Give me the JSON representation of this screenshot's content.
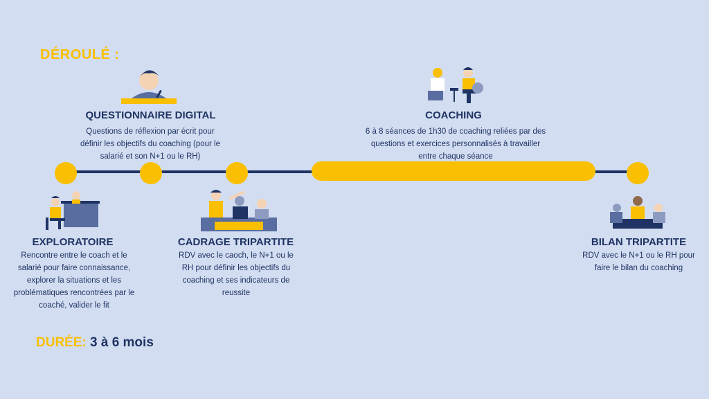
{
  "header": "DÉROULÉ :",
  "steps": {
    "questionnaire": {
      "title": "QUESTIONNAIRE DIGITAL",
      "desc": "Questions de réflexion par écrit pour définir les objectifs du coaching (pour le salarié et son N+1 ou le RH)"
    },
    "coaching": {
      "title": "COACHING",
      "desc": "6 à 8 séances de 1h30 de coaching reliées par des questions et exercices personnalisés à travailler entre chaque séance"
    },
    "exploratoire": {
      "title": "EXPLORATOIRE",
      "desc": "Rencontre entre le coach et le salarié pour faire connaissance, explorer la situations et les problématiques rencontrées par le coaché, valider le fit"
    },
    "cadrage": {
      "title": "CADRAGE TRIPARTITE",
      "desc": "RDV avec le caoch, le N+1 ou le RH pour définir les objectifs du coaching et ses indicateurs de reussite"
    },
    "bilan": {
      "title": "BILAN TRIPARTITE",
      "desc": "RDV avec le N+1 ou le RH pour faire le bilan du coaching"
    }
  },
  "duree": {
    "label": "DURÉE:",
    "value": "3 à 6 mois"
  },
  "colors": {
    "background": "#d3ddf1",
    "accent": "#f9bf00",
    "navy": "#1f3464"
  },
  "icons": [
    "writing-person-icon",
    "coaching-session-icon",
    "meeting-desk-icon",
    "team-highfive-icon",
    "group-meeting-icon"
  ]
}
